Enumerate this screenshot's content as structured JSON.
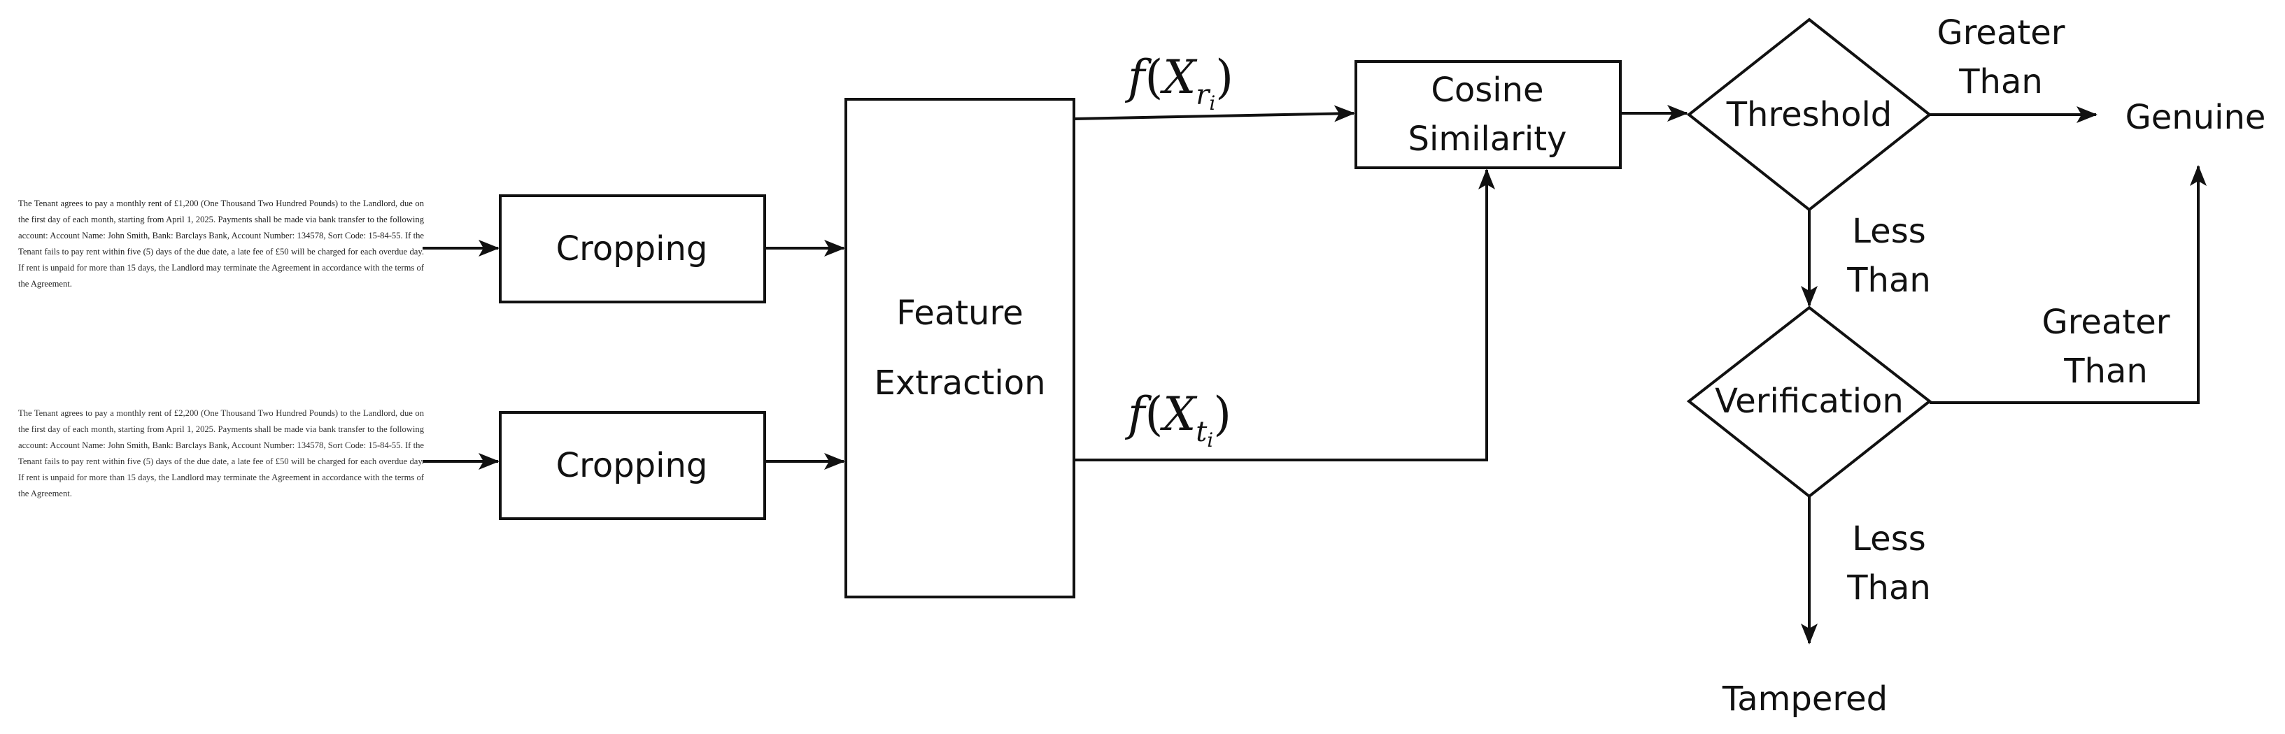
{
  "documents": {
    "reference_text": "The Tenant agrees to pay a monthly rent of £1,200 (One Thousand Two Hundred Pounds) to the Landlord, due on the first day of each month, starting from April 1, 2025. Payments shall be made via bank transfer to the following account: Account Name: John Smith, Bank: Barclays Bank, Account Number: 134578, Sort Code: 15-84-55. If the Tenant fails to pay rent within five (5) days of the due date, a late fee of £50 will be charged for each overdue day. If rent is unpaid for more than 15 days, the Landlord may terminate the Agreement in accordance with the terms of the Agreement.",
    "tampered_text": "The Tenant agrees to pay a monthly rent of £2,200 (One Thousand Two Hundred Pounds) to the Landlord, due on the first day of each month, starting from April 1, 2025. Payments shall be made via bank transfer to the following account: Account Name: John Smith, Bank: Barclays Bank, Account Number: 134578, Sort Code: 15-84-55. If the Tenant fails to pay rent within five (5) days of the due date, a late fee of £50 will be charged for each overdue day. If rent is unpaid for more than 15 days, the Landlord may terminate the Agreement in accordance with the terms of the Agreement."
  },
  "nodes": {
    "cropping_top": "Cropping",
    "cropping_bottom": "Cropping",
    "feature_extraction": "Feature\nExtraction",
    "cosine_similarity": "Cosine\nSimilarity",
    "threshold": "Threshold",
    "verification": "Verification",
    "genuine": "Genuine",
    "tampered": "Tampered"
  },
  "edges": {
    "threshold_greater": "Greater\nThan",
    "threshold_less": "Less\nThan",
    "verification_greater": "Greater\nThan",
    "verification_less": "Less\nThan"
  },
  "formulas": {
    "reference": {
      "func": "f",
      "open": "(",
      "var": "X",
      "sub": "r",
      "subsub": "i",
      "close": ")"
    },
    "test": {
      "func": "f",
      "open": "(",
      "var": "X",
      "sub": "t",
      "subsub": "i",
      "close": ")"
    }
  },
  "colors": {
    "stroke": "#111111",
    "background": "#ffffff"
  }
}
